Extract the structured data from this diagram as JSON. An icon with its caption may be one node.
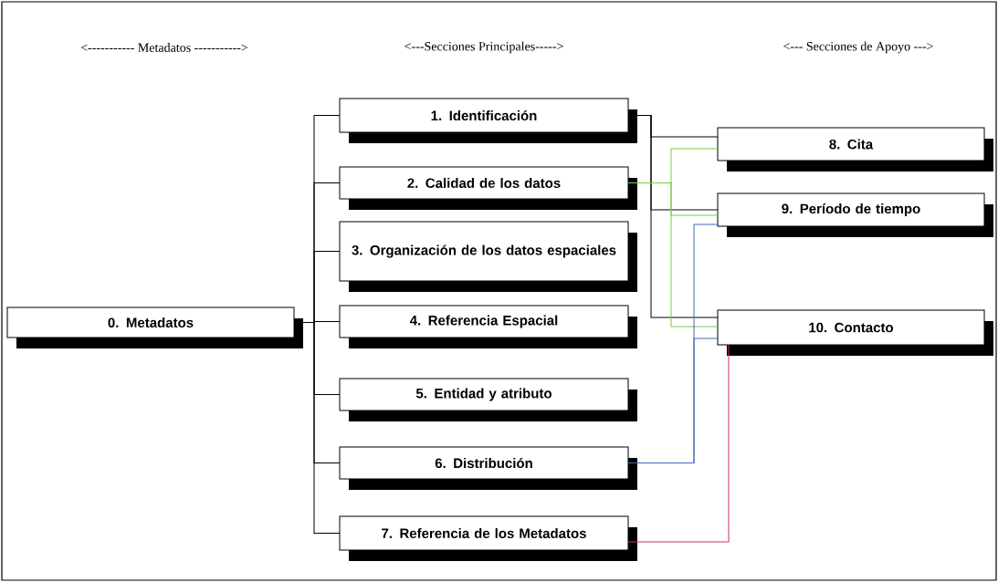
{
  "diagram": {
    "nodes": [
      {
        "text": [
          "0. Metadatos"
        ]
      },
      {
        "text": [
          "1. Identificación"
        ]
      },
      {
        "text": [
          "2. Calidad de los datos"
        ]
      },
      {
        "text": [
          "3. Organización de los datos espaciales"
        ]
      },
      {
        "text": [
          "4. Referencia Espacial"
        ]
      },
      {
        "text": [
          "5. Entidad y atributo"
        ]
      },
      {
        "text": [
          "6. Distribución"
        ]
      },
      {
        "text": [
          "7. Referencia de los Metadatos"
        ]
      },
      {
        "text": [
          "8. Cita"
        ]
      },
      {
        "text": [
          "9. Período de tiempo"
        ]
      },
      {
        "text": [
          "10. Contacto"
        ]
      }
    ],
    "edges": [
      {
        "from": 0,
        "to": 1,
        "arrow": "none"
      },
      {
        "from": 0,
        "to": 2,
        "arrow": "none"
      },
      {
        "from": 0,
        "to": 3,
        "arrow": "none"
      },
      {
        "from": 0,
        "to": 4,
        "arrow": "none"
      },
      {
        "from": 0,
        "to": 5,
        "arrow": "none"
      },
      {
        "from": 0,
        "to": 6,
        "arrow": "none"
      },
      {
        "from": 0,
        "to": 7,
        "arrow": "none"
      },
      {
        "from": 1,
        "to": 8,
        "arrow": "none"
      },
      {
        "from": 1,
        "to": 9,
        "arrow": "none"
      },
      {
        "from": 1,
        "to": 10,
        "arrow": "none"
      },
      {
        "from": 2,
        "to": 8,
        "arrow": "none",
        "color": "#77cc44"
      },
      {
        "from": 2,
        "to": 9,
        "arrow": "none",
        "color": "#77cc44"
      },
      {
        "from": 2,
        "to": 10,
        "arrow": "none",
        "color": "#77cc44"
      },
      {
        "from": 6,
        "to": 9,
        "arrow": "none",
        "color": "#4466bb"
      },
      {
        "from": 6,
        "to": 10,
        "arrow": "none",
        "color": "#4466bb"
      },
      {
        "from": 7,
        "to": 10,
        "arrow": "none",
        "color": "#cc3355"
      }
    ],
    "labels": [
      "<----------- Metadatos ----------->",
      "<---Secciones Principales----->",
      "<--- Secciones de Apoyo --->"
    ]
  }
}
